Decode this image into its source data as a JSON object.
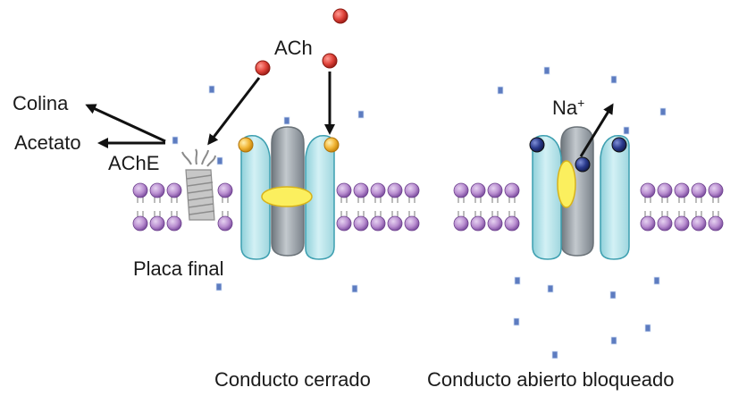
{
  "labels": {
    "ach": "ACh",
    "colina": "Colina",
    "acetato": "Acetato",
    "ache": "AChE",
    "na": "Na",
    "na_charge": "+",
    "placa": "Placa final",
    "closed_caption": "Conducto cerrado",
    "open_caption": "Conducto abierto bloqueado"
  },
  "colors": {
    "ach_molecule": "#e0433a",
    "channel_subunit": "#b9e4ea",
    "channel_core": "#9aa3aa",
    "binding_site_closed": "#f2b637",
    "gate_plug": "#fbef5e",
    "blocker_molecule": "#2a3a8c",
    "lipid_head": "#b98ed0",
    "ion_particle": "#5d7cc0",
    "arrow": "#111111"
  }
}
